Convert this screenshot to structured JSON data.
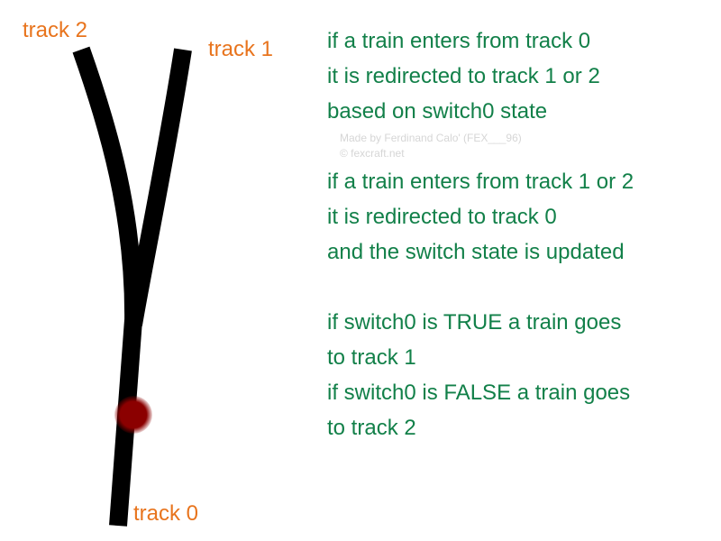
{
  "colors": {
    "track": "#000000",
    "switch": "#8b0000",
    "label": "#e8741d",
    "notes": "#128049",
    "credit": "#d6d6d6"
  },
  "labels": {
    "track2": "track 2",
    "track1": "track 1",
    "track0": "track 0"
  },
  "notes": {
    "para1": [
      "if a train enters from track 0",
      "it is redirected to track 1 or 2",
      "based on switch0 state"
    ],
    "para2": [
      "if a train enters from track 1 or 2",
      "it is redirected to track 0",
      "and the switch state is updated"
    ],
    "para3": [
      "if switch0 is TRUE a train goes",
      "to track 1",
      "if switch0 is FALSE a train goes",
      "to track 2"
    ]
  },
  "credit": {
    "line1": "Made by Ferdinand Calo' (FEX___96)",
    "line2": "© fexcraft.net"
  }
}
